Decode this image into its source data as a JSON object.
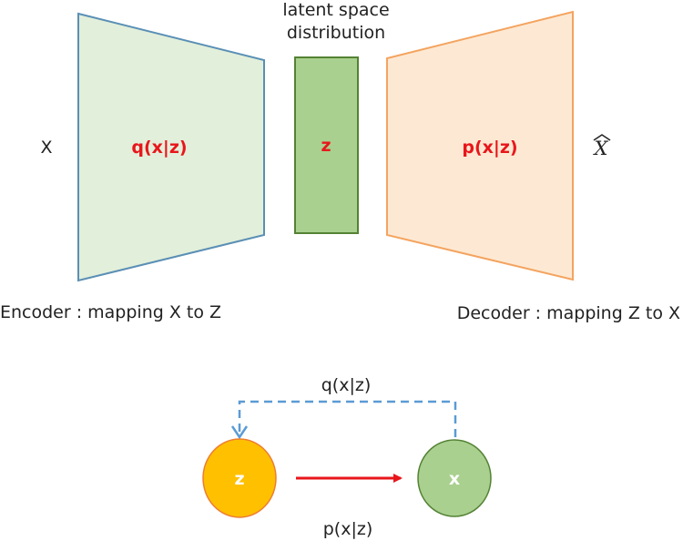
{
  "latent": {
    "caption_line1": "latent space",
    "caption_line2": "distribution",
    "label": "z"
  },
  "input_label": "X",
  "output_label": "X",
  "encoder": {
    "label": "q(x|z)",
    "caption": "Encoder : mapping X to Z"
  },
  "decoder": {
    "label": "p(x|z)",
    "caption": "Decoder : mapping Z to X"
  },
  "graph": {
    "node_z": "z",
    "node_x": "x",
    "inference_label": "q(x|z)",
    "generative_label": "p(x|z)"
  },
  "colors": {
    "encoder_fill": "#e2efda",
    "encoder_stroke": "#5a8fb5",
    "latent_fill": "#a9d08e",
    "latent_stroke": "#548235",
    "decoder_fill": "#fde9d3",
    "decoder_stroke": "#f4a460",
    "highlight_text": "#e8161b",
    "node_z_fill": "#ffc000",
    "node_z_stroke": "#ed7d31",
    "node_x_fill": "#a9d08e",
    "node_x_stroke": "#548235",
    "dashed_arrow": "#5b9bd5",
    "solid_arrow": "#e8161b"
  }
}
